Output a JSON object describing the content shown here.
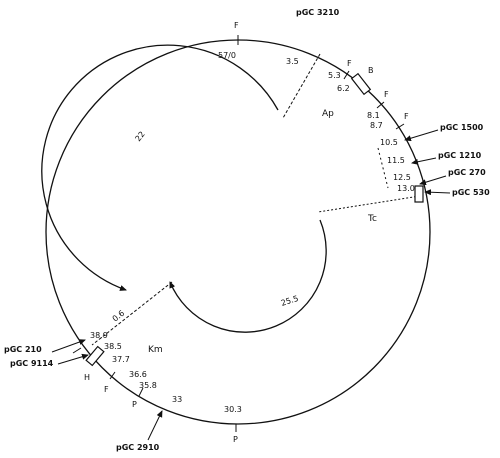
{
  "circle_labels": {
    "top_coordinate": "57/0",
    "c_3_5": "3.5",
    "c_5_3": "5.3",
    "c_6_2": "6.2",
    "c_8_1": "8.1",
    "c_8_7": "8.7",
    "c_10_5": "10.5",
    "c_11_5": "11.5",
    "c_12_5": "12.5",
    "c_13_0": "13.0",
    "c_30_3": "30.3",
    "c_33": "33",
    "c_35_8": "35.8",
    "c_36_6": "36.6",
    "c_37_7": "37.7",
    "c_38_5": "38.5",
    "c_38_9": "38.9"
  },
  "site_markers": {
    "f_top": "F",
    "f_5_3": "F",
    "b_box": "B",
    "f_8_1": "F",
    "f_8_7": "F",
    "h_left": "H",
    "f_36_6": "F",
    "p_35_8": "P",
    "p_30_3": "P"
  },
  "plasmids": [
    {
      "key": "pgc3210",
      "label": "pGC 3210"
    },
    {
      "key": "pgc1500",
      "label": "pGC 1500"
    },
    {
      "key": "pgc1210",
      "label": "pGC 1210"
    },
    {
      "key": "pgc270",
      "label": "pGC 270"
    },
    {
      "key": "pgc530",
      "label": "pGC 530"
    },
    {
      "key": "pgc210",
      "label": "pGC 210"
    },
    {
      "key": "pgc9114",
      "label": "pGC 9114"
    },
    {
      "key": "pgc2910",
      "label": "pGC 2910"
    }
  ],
  "resistance": {
    "ap": "Ap",
    "tc": "Tc",
    "km": "Km"
  },
  "inner_arcs": {
    "arc_22": "22",
    "arc_25_5": "25.5",
    "arc_0_6": "0.6"
  }
}
